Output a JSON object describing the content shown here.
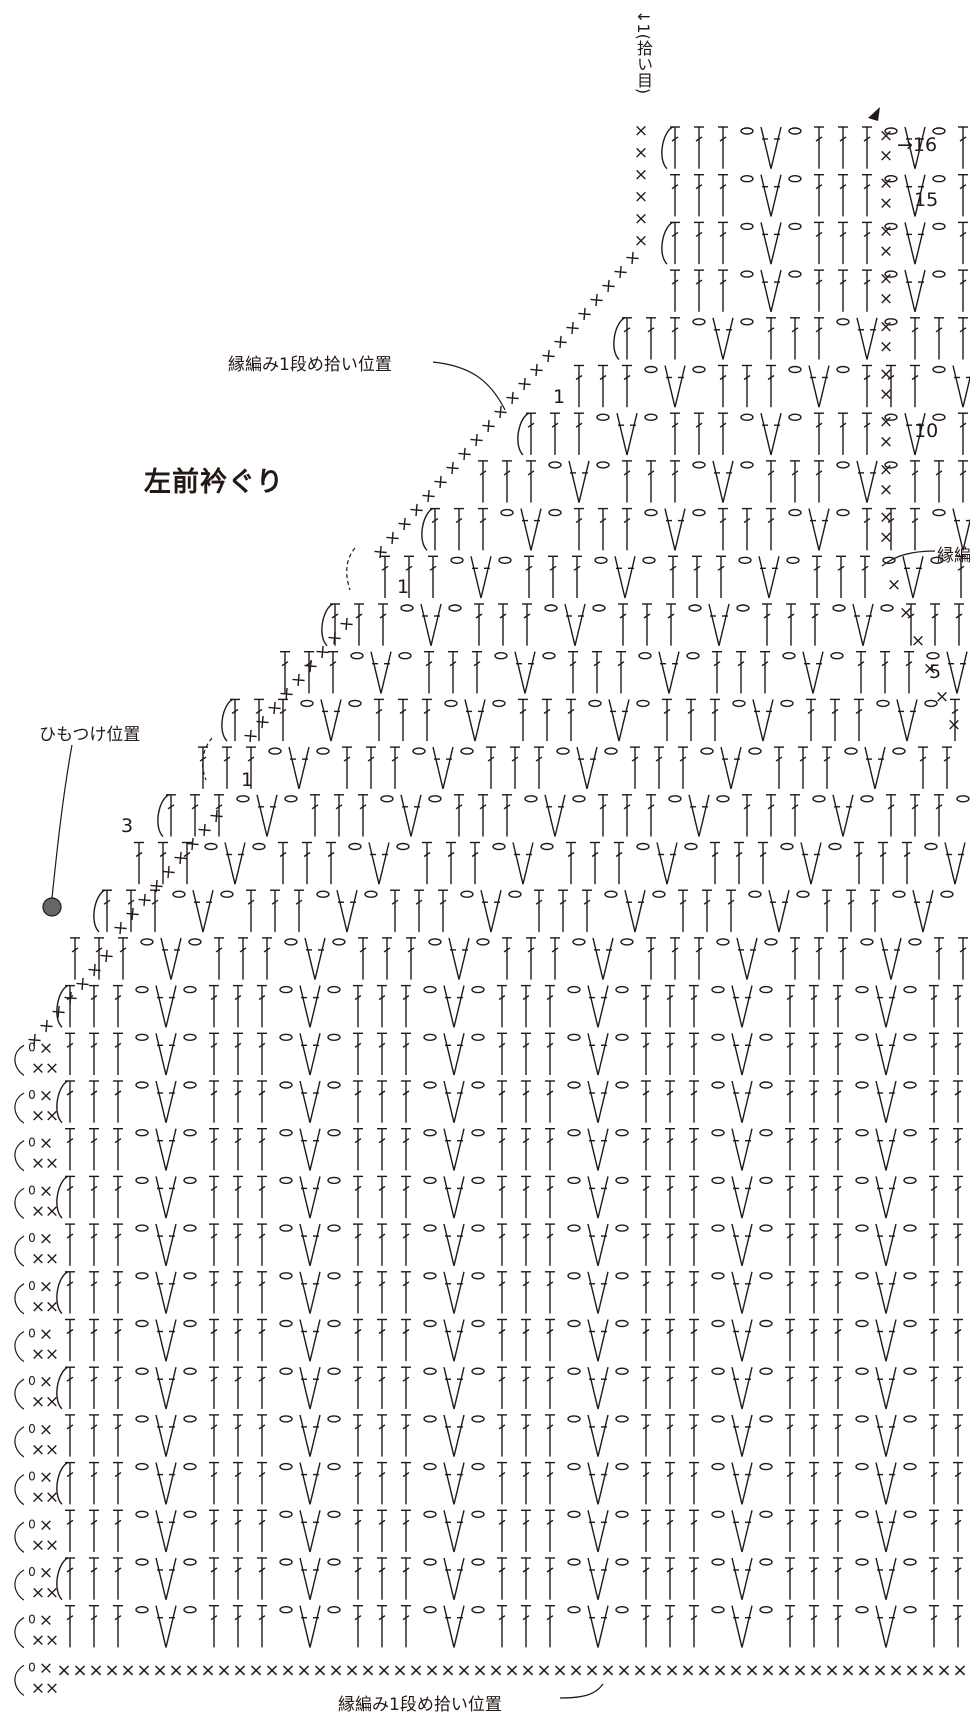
{
  "diagram": {
    "title": "左前衿ぐり",
    "notes": {
      "edge_pickup_top": "縁編み1段め拾い位置",
      "edge_pickup_right": "縁編",
      "edge_pickup_bottom": "縁編み1段め拾い位置",
      "tie_position": "ひもつけ位置",
      "pickup_stitch": "↓1(拾い目)"
    },
    "row_numbers": {
      "r16": "→16",
      "r15": "15",
      "r10": "10",
      "r5": "5",
      "r3": "3",
      "r1a": "1",
      "r1b": "1",
      "r1c": "1"
    },
    "symbols": {
      "single_crochet": "×",
      "sc_plain": "x",
      "chain": "0",
      "chain_x": "0x"
    },
    "colors": {
      "ink": "#231815",
      "paper": "#ffffff"
    }
  }
}
